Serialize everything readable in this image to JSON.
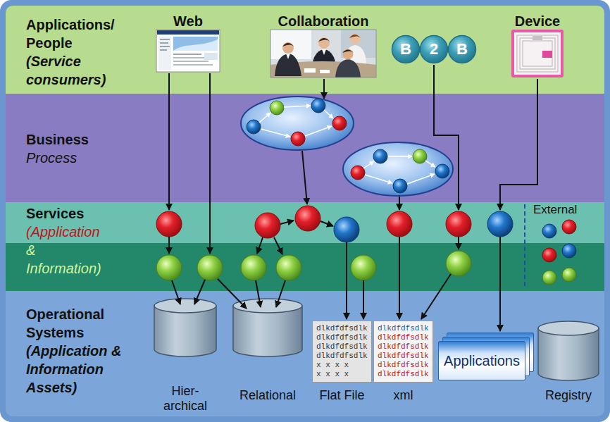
{
  "diagram": {
    "nodes": [
      {
        "text": [
          "Applications/ People",
          "(Service consumers)"
        ]
      },
      {
        "text": [
          "Web"
        ],
        "in": 0
      },
      {
        "text": [
          "Collaboration"
        ],
        "in": 0
      },
      {
        "text": [
          "B"
        ],
        "in": 0
      },
      {
        "text": [
          "2"
        ],
        "in": 0
      },
      {
        "text": [
          "B"
        ],
        "in": 0
      },
      {
        "text": [
          "Device"
        ],
        "in": 0
      },
      {
        "text": [
          "Business",
          "Process"
        ]
      },
      {
        "text": [
          "Services",
          "(Application",
          "& Information)"
        ]
      },
      {
        "text": [
          "Operational Systems",
          "(Application & Information Assets)"
        ]
      },
      {
        "text": [
          "Hier- archical"
        ],
        "in": 9
      },
      {
        "text": [
          "Relational"
        ],
        "in": 9
      },
      {
        "text": [
          "dlkdfdfsdlk",
          "dlkdfdfsdlk",
          "dlkdfdfsdlk",
          "dlkdfdfsdlk",
          "x x x x",
          "x x x x",
          "Flat File"
        ],
        "in": 9
      },
      {
        "text": [
          "dlkdfdfsdlk",
          "dlkdfdfsdlk",
          "dlkdfdfsdlk",
          "dlkdfdfsdlk",
          "dlkdfdfsdlk",
          "dlkdfdfsdlk",
          "xml"
        ],
        "in": 9
      },
      {
        "text": [
          "Applications"
        ],
        "in": 9
      },
      {
        "text": [
          "Registry"
        ],
        "in": 9
      }
    ],
    "labels": [
      "External"
    ]
  }
}
